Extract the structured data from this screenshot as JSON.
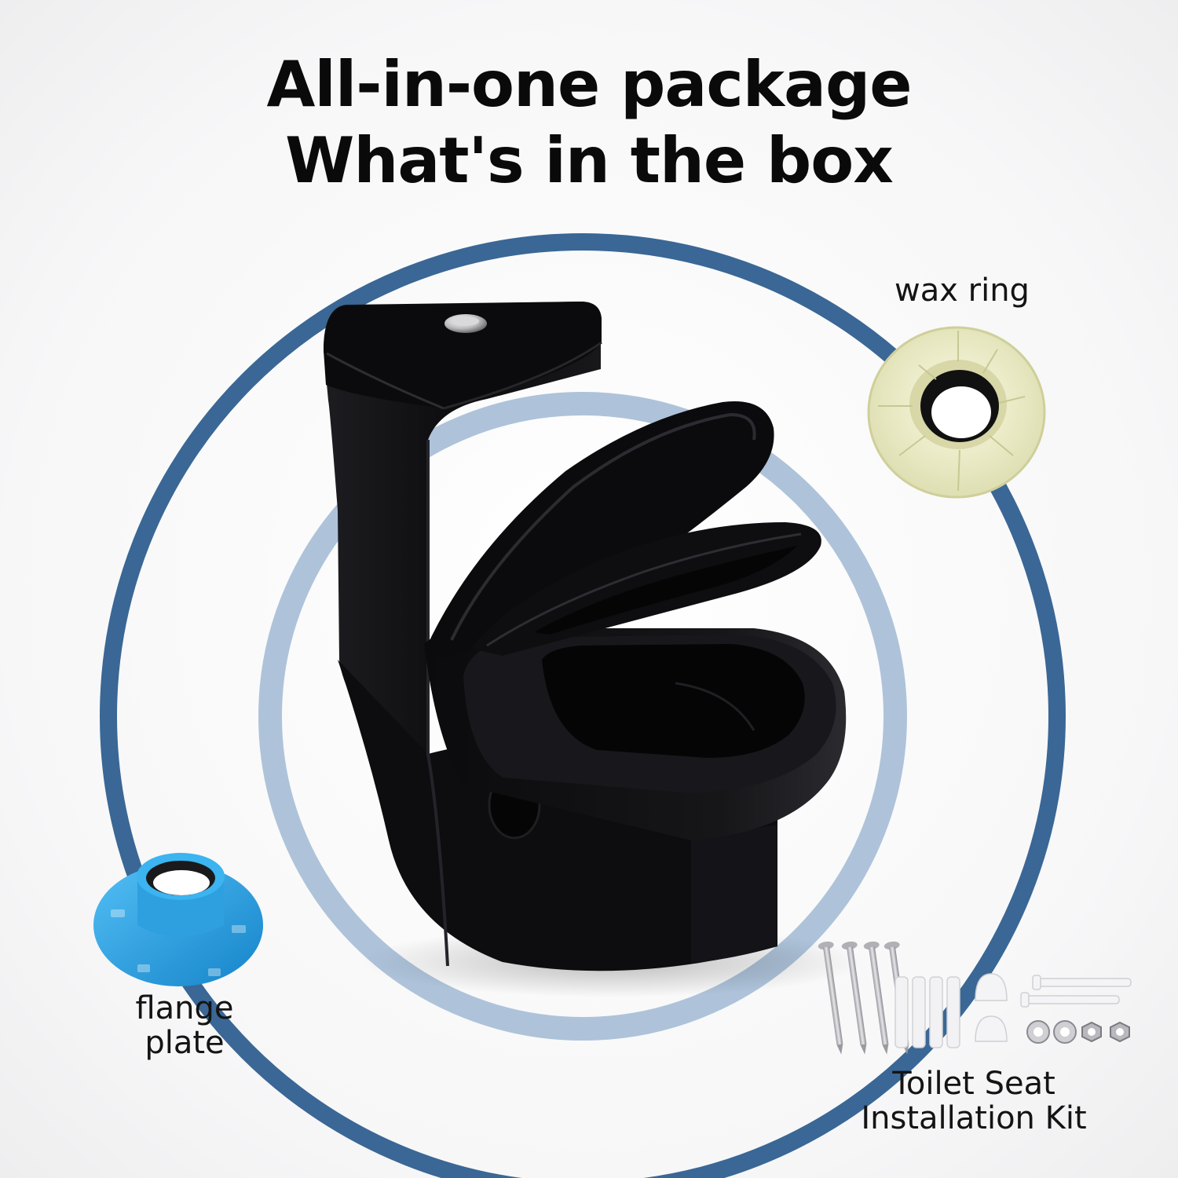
{
  "headline": {
    "line1": "All-in-one package",
    "line2": "What's in the box"
  },
  "items": {
    "wax_ring": "wax ring",
    "flange_plate": {
      "line1": "flange",
      "line2": "plate"
    },
    "install_kit": {
      "line1": "Toilet Seat",
      "line2": "Installation Kit"
    }
  },
  "colors": {
    "outer_ring": "#3a6795",
    "inner_ring": "#aec3da",
    "toilet": "#0d0d0f",
    "flange": "#2aa3e8",
    "wax": "#efefc6"
  }
}
